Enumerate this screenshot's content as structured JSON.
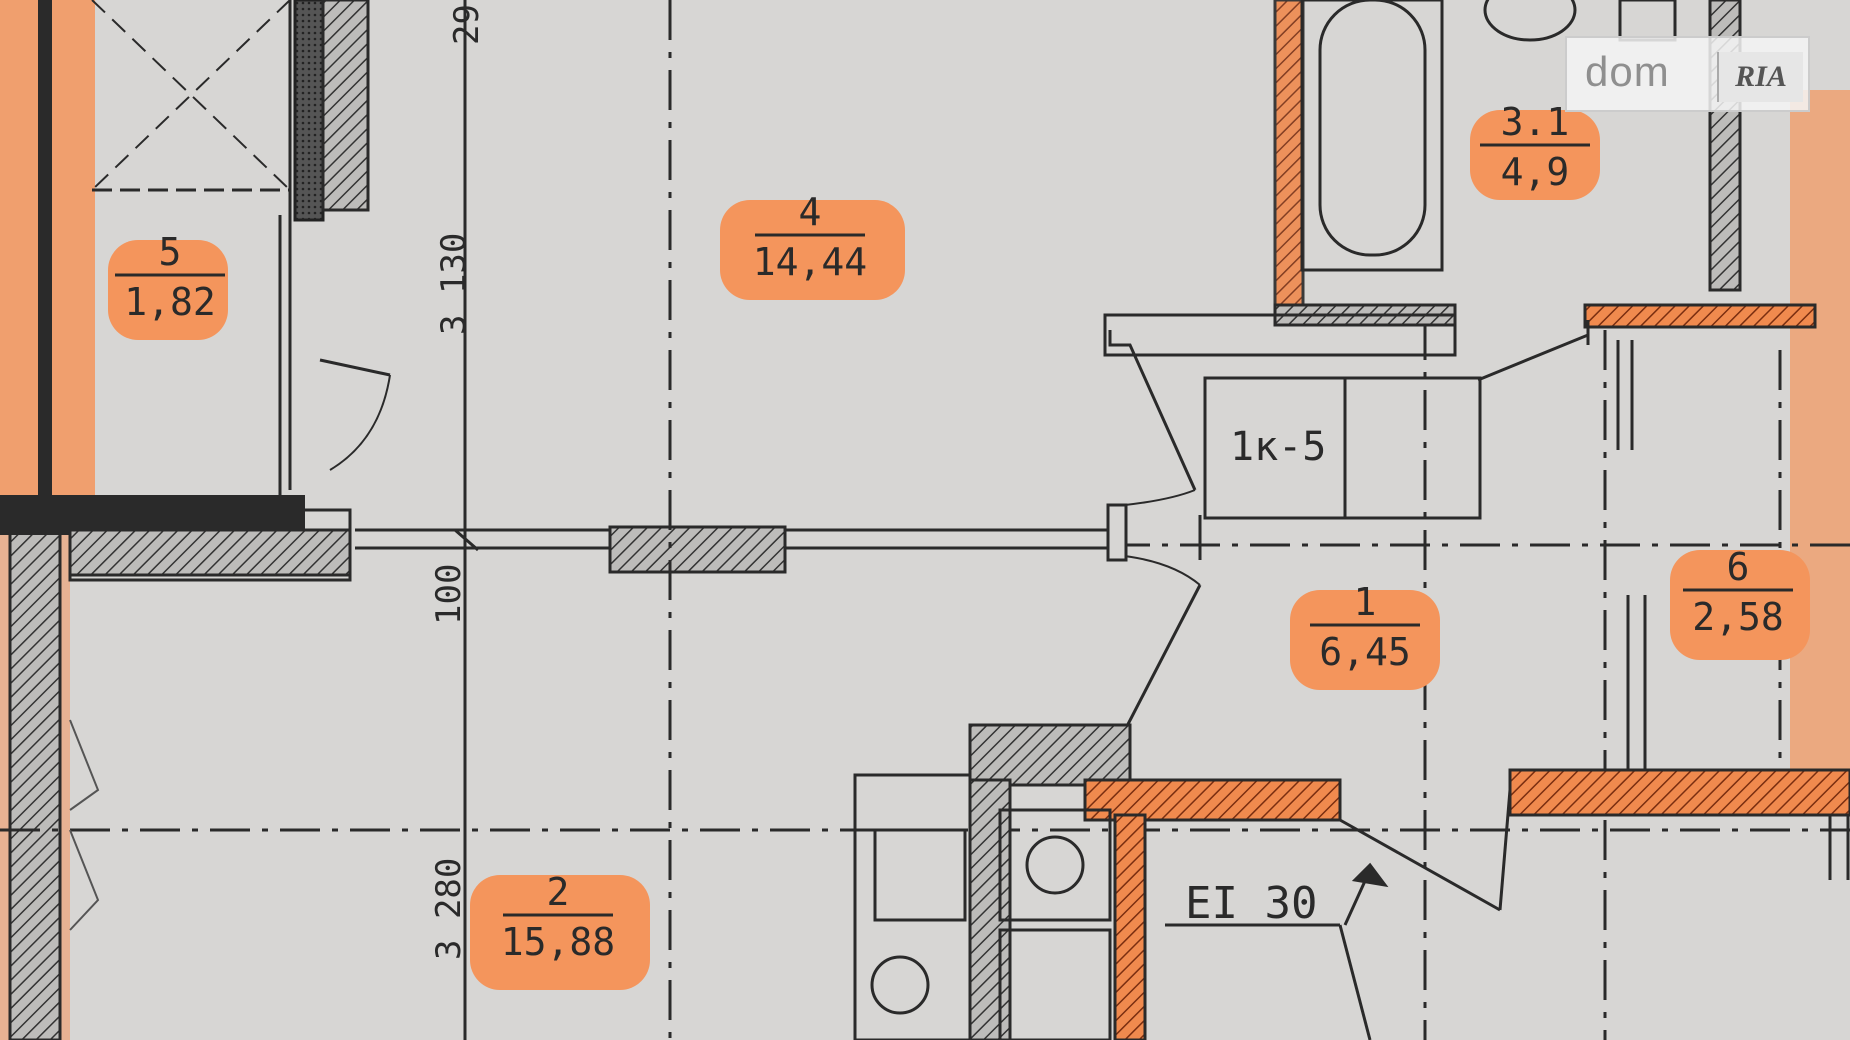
{
  "rooms": [
    {
      "id": "5",
      "area": "1,82"
    },
    {
      "id": "4",
      "area": "14,44"
    },
    {
      "id": "3.1",
      "area": "4,9"
    },
    {
      "id": "1",
      "area": "6,45"
    },
    {
      "id": "6",
      "area": "2,58"
    },
    {
      "id": "2",
      "area": "15,88"
    }
  ],
  "dimensions": {
    "d_top": "29",
    "d_3130": "3 130",
    "d_100": "100",
    "d_3280": "3 280"
  },
  "tags": {
    "block": "1к-5",
    "fire_rating": "EI 30"
  },
  "watermark": {
    "text": "dom",
    "badge": "RIA"
  },
  "colors": {
    "paper": "#d7d6d4",
    "highlight": "#f4955c",
    "line": "#2a2a2a"
  }
}
